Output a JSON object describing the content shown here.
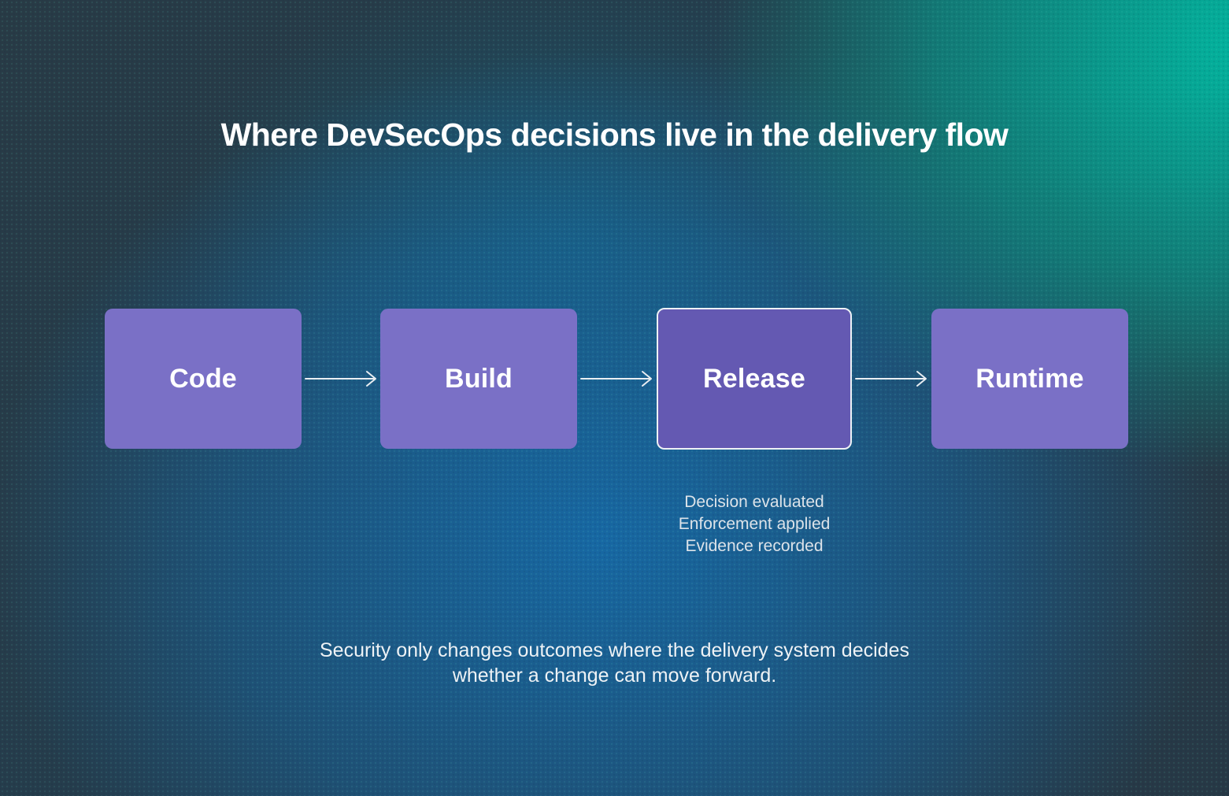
{
  "title": "Where DevSecOps decisions live in the delivery flow",
  "flow": {
    "stages": [
      {
        "label": "Code",
        "highlighted": false
      },
      {
        "label": "Build",
        "highlighted": false
      },
      {
        "label": "Release",
        "highlighted": true,
        "notes": [
          "Decision evaluated",
          "Enforcement applied",
          "Evidence recorded"
        ]
      },
      {
        "label": "Runtime",
        "highlighted": false
      }
    ]
  },
  "caption": {
    "lines": [
      "Security only changes outcomes where the delivery system decides",
      "whether a change can move forward."
    ]
  },
  "colors": {
    "background_dark_slate": "#28394a",
    "background_blue_glow": "#1566a2",
    "background_teal_glow": "#00b5a0",
    "stage_fill": "#7a70c6",
    "stage_release_fill": "#6459b2",
    "stage_release_border": "#eef1f5",
    "arrow_stroke": "#e9eef2",
    "title_text": "#ffffff",
    "note_text": "#dce3e9",
    "caption_text": "#eef2f5"
  }
}
